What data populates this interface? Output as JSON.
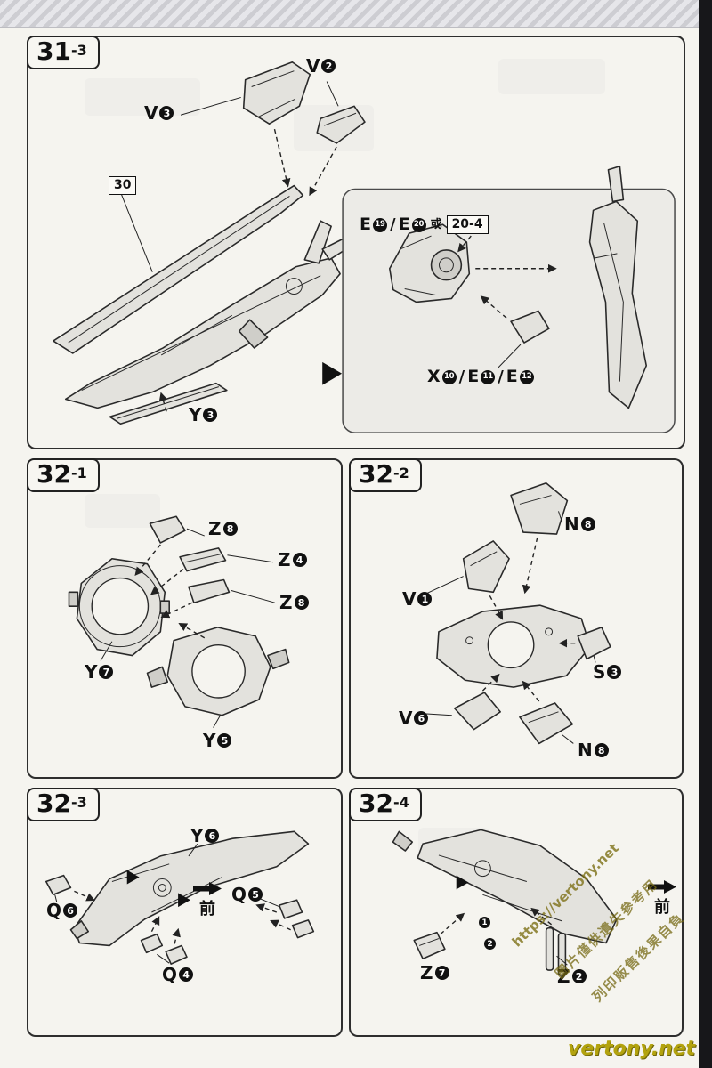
{
  "page": {
    "watermark": {
      "site": "vertony.net",
      "url": "https://vertony.net",
      "cn_line1": "圖片僅供遺失參考用",
      "cn_line2": "列印販售後果自負"
    }
  },
  "p31": {
    "step": "31",
    "sub": "-3",
    "v3": {
      "l": "V",
      "n": "3"
    },
    "v2": {
      "l": "V",
      "n": "2"
    },
    "part30": "30",
    "y3": {
      "l": "Y",
      "n": "3"
    },
    "inset": {
      "e19": {
        "l": "E",
        "n": "19"
      },
      "e20": {
        "l": "E",
        "n": "20"
      },
      "sep": "/",
      "conj": "或",
      "box": "20-4",
      "x10": {
        "l": "X",
        "n": "10"
      },
      "e11": {
        "l": "E",
        "n": "11"
      },
      "e12": {
        "l": "E",
        "n": "12"
      }
    }
  },
  "p321": {
    "step": "32",
    "sub": "-1",
    "z8a": {
      "l": "Z",
      "n": "8"
    },
    "z4": {
      "l": "Z",
      "n": "4"
    },
    "z8b": {
      "l": "Z",
      "n": "8"
    },
    "y7": {
      "l": "Y",
      "n": "7"
    },
    "y5": {
      "l": "Y",
      "n": "5"
    }
  },
  "p322": {
    "step": "32",
    "sub": "-2",
    "n8a": {
      "l": "N",
      "n": "8"
    },
    "v1": {
      "l": "V",
      "n": "1"
    },
    "s3": {
      "l": "S",
      "n": "3"
    },
    "v6": {
      "l": "V",
      "n": "6"
    },
    "n8b": {
      "l": "N",
      "n": "8"
    }
  },
  "p323": {
    "step": "32",
    "sub": "-3",
    "y6": {
      "l": "Y",
      "n": "6"
    },
    "q5": {
      "l": "Q",
      "n": "5"
    },
    "q6": {
      "l": "Q",
      "n": "6"
    },
    "q4": {
      "l": "Q",
      "n": "4"
    },
    "front": "前"
  },
  "p324": {
    "step": "32",
    "sub": "-4",
    "z7": {
      "l": "Z",
      "n": "7"
    },
    "z2": {
      "l": "Z",
      "n": "2"
    },
    "front": "前",
    "order1": "1",
    "order2": "2"
  }
}
